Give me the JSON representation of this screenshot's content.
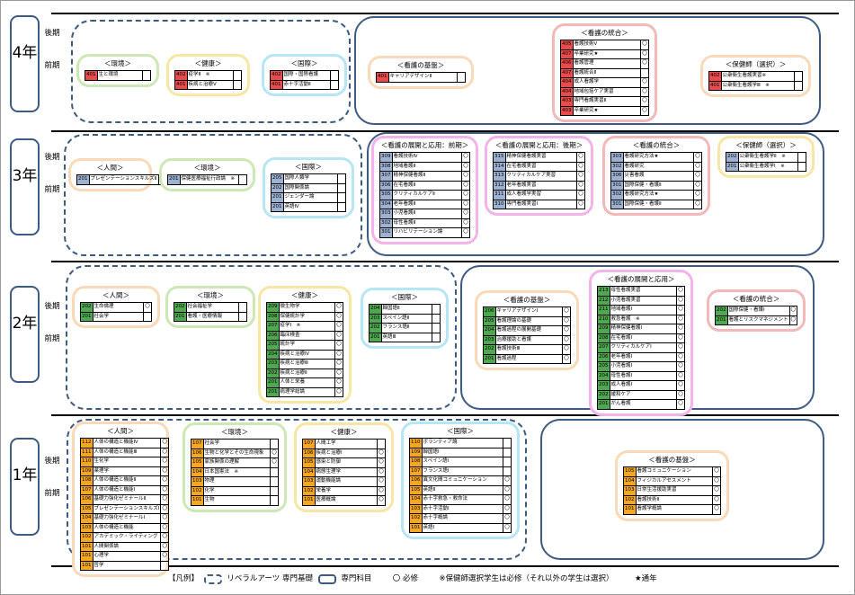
{
  "years": [
    {
      "label": "4年",
      "upper": "後期",
      "lower": "前期"
    },
    {
      "label": "3年",
      "upper": "後期",
      "lower": "前期"
    },
    {
      "label": "2年",
      "upper": "後期",
      "lower": "前期"
    },
    {
      "label": "1年",
      "upper": "後期",
      "lower": "前期"
    }
  ],
  "groups": [
    {
      "title": "＜環境＞",
      "color": "green",
      "code": "red",
      "rows": [
        [
          "401",
          "生と環境",
          ""
        ]
      ]
    },
    {
      "title": "＜健康＞",
      "color": "yellow",
      "code": "red",
      "rows": [
        [
          "402",
          "疫学Ⅱ　※",
          ""
        ],
        [
          "401",
          "疾病と治療Ⅴ",
          ""
        ]
      ]
    },
    {
      "title": "＜国際＞",
      "color": "cyan",
      "code": "red",
      "rows": [
        [
          "402",
          "国際・国際看護",
          ""
        ],
        [
          "401",
          "赤十字活動Ⅱ",
          ""
        ]
      ]
    },
    {
      "title": "＜看護の基盤＞",
      "color": "orange",
      "code": "red",
      "rows": [
        [
          "401",
          "キャリアデザインⅡ",
          ""
        ]
      ]
    },
    {
      "title": "＜看護の統合＞",
      "color": "pink",
      "code": "red",
      "rows": [
        [
          "405",
          "看護技術Ⅴ",
          "〇"
        ],
        [
          "407",
          "卒業研究★",
          "〇"
        ],
        [
          "406",
          "看護管理",
          "〇"
        ],
        [
          "407",
          "看護統合Ⅱ",
          ""
        ],
        [
          "404",
          "成人看護学",
          "〇"
        ],
        [
          "404",
          "地域包括ケア実習",
          "〇"
        ],
        [
          "403",
          "専門看護実習Ⅱ",
          "〇"
        ],
        [
          "403",
          "卒業研究★",
          "〇"
        ]
      ]
    },
    {
      "title": "＜保健師（選択）＞",
      "color": "orange",
      "code": "red",
      "rows": [
        [
          "402",
          "公衆衛生看護実習※",
          ""
        ],
        [
          "401",
          "公衆衛生看護学Ⅲ　※",
          ""
        ]
      ]
    },
    {
      "title": "＜人間＞",
      "color": "orange",
      "code": "blue",
      "rows": [
        [
          "201",
          "プレゼンテーションスキルズⅡ",
          ""
        ]
      ]
    },
    {
      "title": "＜環境＞",
      "color": "green",
      "code": "blue",
      "rows": [
        [
          "201",
          "保健医療福祉行政論　※",
          ""
        ]
      ]
    },
    {
      "title": "＜国際＞",
      "color": "cyan",
      "code": "blue",
      "rows": [
        [
          "205",
          "国際人類学",
          ""
        ],
        [
          "202",
          "国際関係論",
          ""
        ],
        [
          "201",
          "ジェンダー論",
          ""
        ],
        [
          "201",
          "英語Ⅳ",
          ""
        ]
      ]
    },
    {
      "title": "＜看護の展開と応用：前期＞",
      "color": "mag",
      "code": "blue",
      "rows": [
        [
          "309",
          "看護技術Ⅳ",
          "〇"
        ],
        [
          "308",
          "地域看護Ⅱ",
          "〇"
        ],
        [
          "307",
          "精神保健看護Ⅱ",
          "〇"
        ],
        [
          "306",
          "在宅看護Ⅱ",
          "〇"
        ],
        [
          "305",
          "クリティカルケアⅡ",
          "〇"
        ],
        [
          "304",
          "老年看護Ⅱ",
          "〇"
        ],
        [
          "303",
          "小児看護Ⅱ",
          "〇"
        ],
        [
          "302",
          "母性看護Ⅱ",
          "〇"
        ],
        [
          "301",
          "リハビリテーション論",
          "〇"
        ]
      ]
    },
    {
      "title": "＜看護の展開と応用：後期＞",
      "color": "mag",
      "code": "blue",
      "rows": [
        [
          "315",
          "精神保健看護実習",
          "〇"
        ],
        [
          "314",
          "在宅看護実習",
          "〇"
        ],
        [
          "313",
          "クリティカルケア実習",
          "〇"
        ],
        [
          "312",
          "老年看護実習",
          "〇"
        ],
        [
          "311",
          "成人看護学実習",
          "〇"
        ],
        [
          "310",
          "専門看護実習Ⅰ",
          "〇"
        ]
      ]
    },
    {
      "title": "＜看護の統合＞",
      "color": "pink",
      "code": "blue",
      "rows": [
        [
          "303",
          "看護研究方法★",
          "〇"
        ],
        [
          "302",
          "看護研究",
          "〇"
        ],
        [
          "306",
          "災害看護",
          "〇"
        ],
        [
          "301",
          "国際保健・看護Ⅱ",
          "〇"
        ],
        [
          "302",
          "看護研究方法★",
          "〇"
        ],
        [
          "301",
          "国際保健・看護Ⅱ",
          "〇"
        ]
      ]
    },
    {
      "title": "＜保健師（選択）＞",
      "color": "yellow",
      "code": "blue",
      "rows": [
        [
          "202",
          "公衆衛生看護学Ⅱ　※",
          ""
        ],
        [
          "201",
          "公衆衛生看護学Ⅰ　※",
          ""
        ]
      ]
    },
    {
      "title": "＜人間＞",
      "color": "orange",
      "code": "green",
      "rows": [
        [
          "202",
          "生命倫理",
          "〇"
        ],
        [
          "201",
          "社会学",
          ""
        ]
      ]
    },
    {
      "title": "＜環境＞",
      "color": "green",
      "code": "green",
      "rows": [
        [
          "202",
          "社会福祉学",
          ""
        ],
        [
          "201",
          "看護・医療情報",
          ""
        ]
      ]
    },
    {
      "title": "＜健康＞",
      "color": "yellow",
      "code": "green",
      "rows": [
        [
          "209",
          "微生物学",
          "〇"
        ],
        [
          "208",
          "保健統計学",
          "〇"
        ],
        [
          "207",
          "疫学Ⅰ　※",
          "〇"
        ],
        [
          "206",
          "臨床検査",
          "〇"
        ],
        [
          "205",
          "統計学",
          "〇"
        ],
        [
          "204",
          "疾病と治療Ⅳ",
          "〇"
        ],
        [
          "203",
          "疾病と治療Ⅲ",
          "〇"
        ],
        [
          "202",
          "疾病と治療Ⅱ",
          "〇"
        ],
        [
          "201",
          "人体と栄養",
          "〇"
        ],
        [
          "201",
          "病理学総論",
          "〇"
        ]
      ]
    },
    {
      "title": "＜国際＞",
      "color": "cyan",
      "code": "green",
      "rows": [
        [
          "204",
          "韓国語Ⅱ",
          ""
        ],
        [
          "203",
          "スペイン語Ⅱ",
          ""
        ],
        [
          "202",
          "フランス語Ⅱ",
          ""
        ],
        [
          "201",
          "英語Ⅲ",
          ""
        ]
      ]
    },
    {
      "title": "＜看護の基盤＞",
      "color": "orange",
      "code": "green",
      "rows": [
        [
          "206",
          "キャリアデザインⅠ",
          "〇"
        ],
        [
          "205",
          "看護理論の基礎",
          "〇"
        ],
        [
          "204",
          "看護過程の展開基礎",
          "〇"
        ],
        [
          "203",
          "治療援助と看護",
          "〇"
        ],
        [
          "202",
          "看護技術Ⅲ",
          "〇"
        ],
        [
          "201",
          "看護過程",
          "〇"
        ]
      ]
    },
    {
      "title": "＜看護の展開と応用＞",
      "color": "mag",
      "code": "green",
      "rows": [
        [
          "213",
          "母性看護実習",
          "〇"
        ],
        [
          "212",
          "小児看護実習",
          "〇"
        ],
        [
          "211",
          "地域看護Ⅰ",
          "〇"
        ],
        [
          "210",
          "救急看護　※",
          "〇"
        ],
        [
          "209",
          "精神保健看護Ⅰ",
          "〇"
        ],
        [
          "208",
          "在宅看護Ⅰ",
          "〇"
        ],
        [
          "207",
          "クリティカルケアⅠ",
          "〇"
        ],
        [
          "206",
          "老年看護Ⅰ",
          "〇"
        ],
        [
          "205",
          "小児看護Ⅰ",
          "〇"
        ],
        [
          "204",
          "母性看護Ⅰ",
          "〇"
        ],
        [
          "203",
          "成人看護Ⅰ",
          "〇"
        ],
        [
          "202",
          "緩和ケア",
          "〇"
        ],
        [
          "201",
          "がん看護",
          "〇"
        ]
      ]
    },
    {
      "title": "＜看護の統合＞",
      "color": "pink",
      "code": "green",
      "rows": [
        [
          "202",
          "国際保健・看護Ⅰ",
          "〇"
        ],
        [
          "201",
          "看護とリスクマネジメント",
          "〇"
        ]
      ]
    },
    {
      "title": "＜人間＞",
      "color": "orange",
      "code": "orange",
      "rows": [
        [
          "112",
          "人体の構造と機能Ⅳ",
          "〇"
        ],
        [
          "111",
          "人体の構造と機能Ⅲ",
          "〇"
        ],
        [
          "110",
          "生化学",
          "〇"
        ],
        [
          "109",
          "薬理学",
          "〇"
        ],
        [
          "108",
          "人体の構造と機能Ⅱ",
          "〇"
        ],
        [
          "107",
          "人体の構造と機能Ⅰ",
          "〇"
        ],
        [
          "106",
          "基礎力強化ゼミナールⅡ",
          "〇"
        ],
        [
          "105",
          "プレゼンテーションスキルズⅠ",
          "〇"
        ],
        [
          "104",
          "基礎力強化ゼミナールⅠ",
          "〇"
        ],
        [
          "103",
          "人体の構造と機能",
          "〇"
        ],
        [
          "102",
          "アカデミック・ライティング",
          "〇"
        ],
        [
          "101",
          "人間関係論",
          "〇"
        ],
        [
          "101",
          "心理学",
          "〇"
        ],
        [
          "101",
          "哲学",
          ""
        ]
      ]
    },
    {
      "title": "＜環境＞",
      "color": "green",
      "code": "orange",
      "rows": [
        [
          "107",
          "社会学",
          ""
        ],
        [
          "106",
          "生物と化学とその生命現象",
          "〇"
        ],
        [
          "105",
          "家族関係の理解",
          "〇"
        ],
        [
          "104",
          "日本国憲法　※",
          ""
        ],
        [
          "103",
          "物理",
          ""
        ],
        [
          "102",
          "化学",
          ""
        ],
        [
          "101",
          "生物",
          ""
        ]
      ]
    },
    {
      "title": "＜健康＞",
      "color": "yellow",
      "code": "orange",
      "rows": [
        [
          "107",
          "人間工学",
          ""
        ],
        [
          "106",
          "疾病と治療Ⅰ",
          "〇"
        ],
        [
          "105",
          "感染と防御",
          "〇"
        ],
        [
          "104",
          "病態生理学",
          "〇"
        ],
        [
          "103",
          "運動機能論",
          "〇"
        ],
        [
          "102",
          "栄養学",
          "〇"
        ],
        [
          "101",
          "医療概論",
          "〇"
        ]
      ]
    },
    {
      "title": "＜国際＞",
      "color": "cyan",
      "code": "orange",
      "rows": [
        [
          "110",
          "ボランティア論",
          ""
        ],
        [
          "109",
          "韓国語Ⅰ",
          ""
        ],
        [
          "108",
          "スペイン語Ⅰ",
          ""
        ],
        [
          "107",
          "フランス語Ⅰ",
          ""
        ],
        [
          "106",
          "異文化間コミュニケーション",
          "〇"
        ],
        [
          "105",
          "英語Ⅱ",
          "〇"
        ],
        [
          "104",
          "赤十字救急・救命法",
          "〇"
        ],
        [
          "103",
          "赤十字活動Ⅰ",
          "〇"
        ],
        [
          "102",
          "赤十字概論",
          "〇"
        ],
        [
          "101",
          "英語Ⅰ",
          "〇"
        ]
      ]
    },
    {
      "title": "＜看護の基盤＞",
      "color": "orange",
      "code": "orange",
      "rows": [
        [
          "105",
          "看護コミュニケーション",
          "〇"
        ],
        [
          "104",
          "フィジカルアセスメント",
          "〇"
        ],
        [
          "103",
          "日常生活援助実習",
          "〇"
        ],
        [
          "102",
          "看護技術Ⅱ",
          "〇"
        ],
        [
          "101",
          "看護学概論",
          "〇"
        ]
      ]
    }
  ],
  "legend": {
    "label": "【凡例】",
    "liberal": "リベラルアーツ 専門基礎",
    "specialty": "専門科目",
    "required_mark": "〇",
    "required": "必修",
    "note": "※保健師選択学生は必修（それ以外の学生は選択）",
    "year_mark": "★通年"
  },
  "colors": {
    "red": "#e84b4b",
    "blue": "#9db1d3",
    "green": "#4fa84f",
    "orange": "#f5a623",
    "yellow": "#f5e13a",
    "frame": "#3d5a82"
  }
}
